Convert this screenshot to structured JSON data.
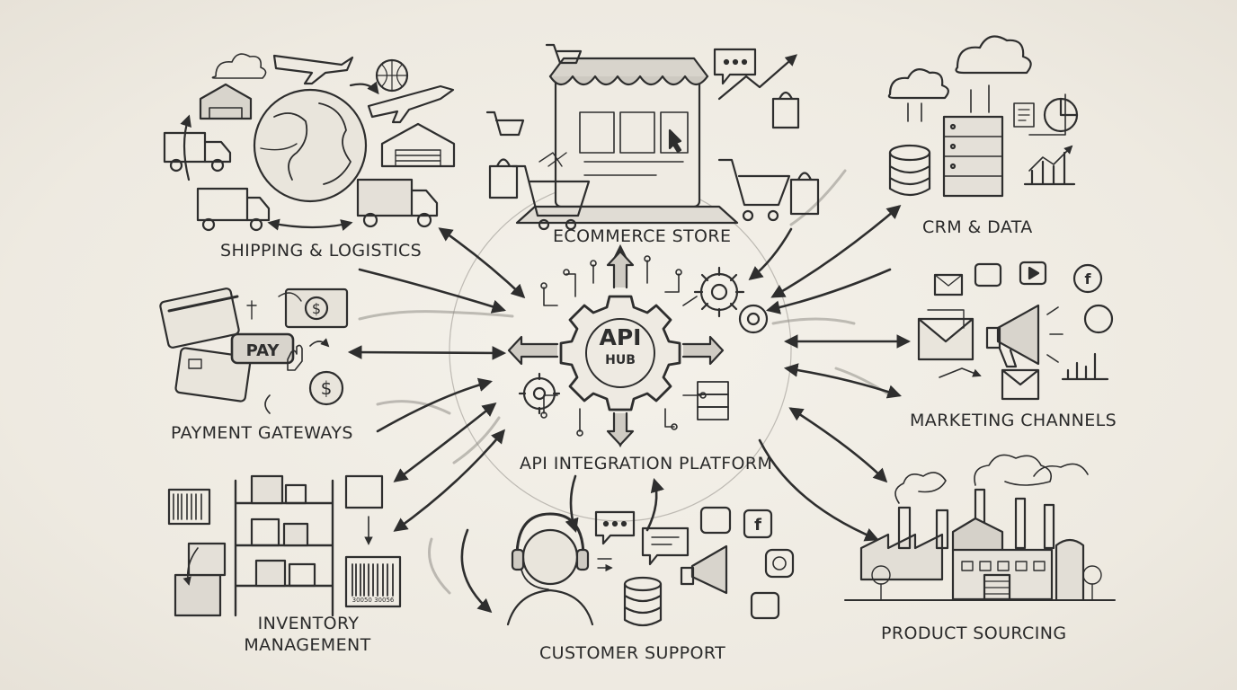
{
  "hub": {
    "line1": "API",
    "line2": "HUB",
    "caption": "API INTEGRATION PLATFORM"
  },
  "nodes": {
    "shipping": "SHIPPING & LOGISTICS",
    "ecommerce": "ECOMMERCE STORE",
    "crm": "CRM & DATA",
    "payment": "PAYMENT GATEWAYS",
    "marketing": "MARKETING CHANNELS",
    "inventory_line1": "INVENTORY",
    "inventory_line2": "MANAGEMENT",
    "support": "CUSTOMER SUPPORT",
    "sourcing": "PRODUCT SOURCING"
  },
  "payment_button": "PAY",
  "barcode_text": "30050 30056",
  "style": {
    "ink": "#2e2e2e",
    "paper": "#f1eee7",
    "shade": "#8a8680"
  }
}
